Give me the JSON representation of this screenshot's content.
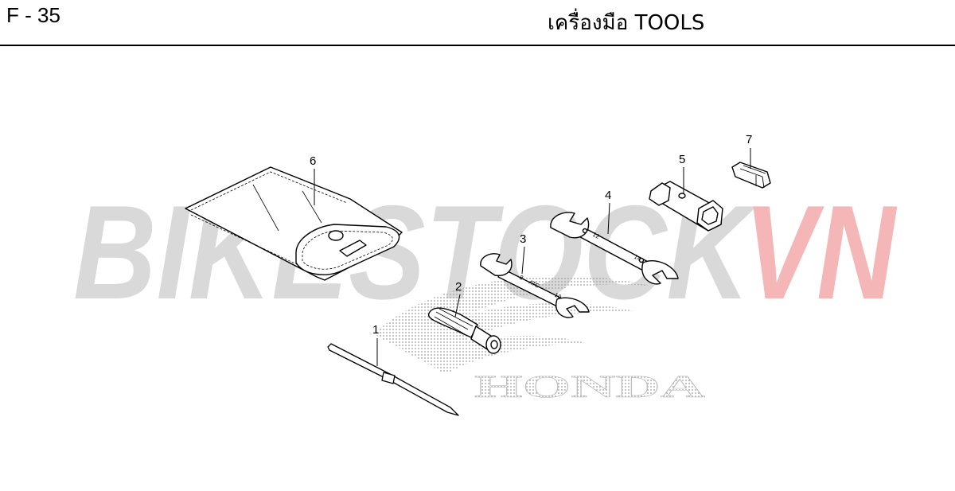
{
  "header": {
    "page_code": "F - 35",
    "title": "เครื่องมือ  TOOLS"
  },
  "watermark": {
    "part1": "BIKESTOCK",
    "part2": "VN",
    "color_gray": "#d9d9d9",
    "color_red": "#f4b6b6"
  },
  "logo": {
    "text": "HONDA",
    "color": "#bfbfbf"
  },
  "callouts": [
    {
      "number": "1",
      "part": "screwdriver-blade"
    },
    {
      "number": "2",
      "part": "screwdriver-grip"
    },
    {
      "number": "3",
      "part": "open-end-wrench-8x10"
    },
    {
      "number": "4",
      "part": "open-end-wrench-12x14"
    },
    {
      "number": "5",
      "part": "box-socket-wrench"
    },
    {
      "number": "6",
      "part": "tool-bag"
    },
    {
      "number": "7",
      "part": "fuse-puller"
    }
  ],
  "wrench3_marks": [
    "8",
    "ATC",
    "10"
  ],
  "wrench4_marks": [
    "12",
    "14"
  ]
}
